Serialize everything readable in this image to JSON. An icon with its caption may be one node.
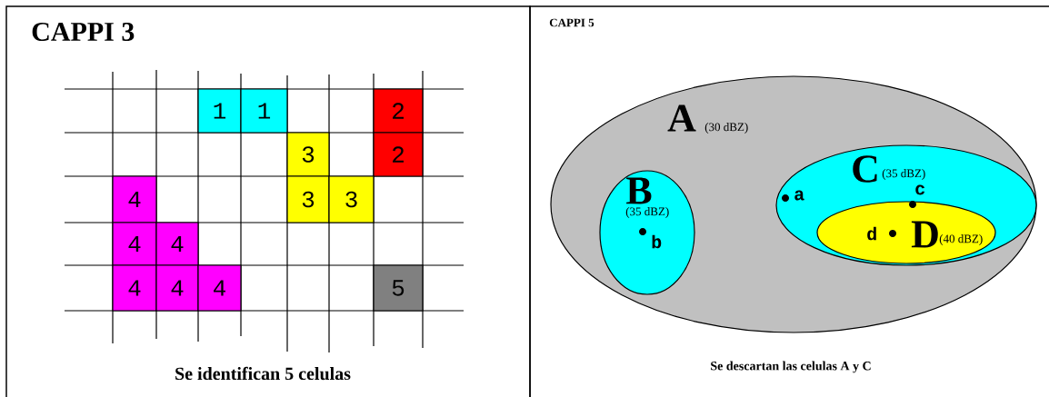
{
  "diagram": {
    "nodes": [
      {
        "text": [
          "CAPPI 3",
          "Se identifican 5 celulas"
        ]
      },
      {
        "text": [
          "1"
        ],
        "in": 0
      },
      {
        "text": [
          "1"
        ],
        "in": 0
      },
      {
        "text": [
          "2"
        ],
        "in": 0
      },
      {
        "text": [
          "3"
        ],
        "in": 0
      },
      {
        "text": [
          "2"
        ],
        "in": 0
      },
      {
        "text": [
          "4"
        ],
        "in": 0
      },
      {
        "text": [
          "3"
        ],
        "in": 0
      },
      {
        "text": [
          "3"
        ],
        "in": 0
      },
      {
        "text": [
          "4"
        ],
        "in": 0
      },
      {
        "text": [
          "4"
        ],
        "in": 0
      },
      {
        "text": [
          "4"
        ],
        "in": 0
      },
      {
        "text": [
          "4"
        ],
        "in": 0
      },
      {
        "text": [
          "4"
        ],
        "in": 0
      },
      {
        "text": [
          "5"
        ],
        "in": 0
      },
      {
        "text": [
          "CAPPI 5",
          "Se descartan las celulas A y C"
        ]
      },
      {
        "text": [
          "A",
          "(30 dBZ)"
        ],
        "in": 15
      },
      {
        "text": [
          "B",
          "(35 dBZ)"
        ],
        "in": 16
      },
      {
        "text": [
          "C",
          "(35 dBZ)"
        ],
        "in": 16
      },
      {
        "text": [
          "D",
          "(40 dBZ)"
        ],
        "in": 18
      }
    ],
    "labels": [
      "a",
      "b",
      "c",
      "d"
    ]
  }
}
